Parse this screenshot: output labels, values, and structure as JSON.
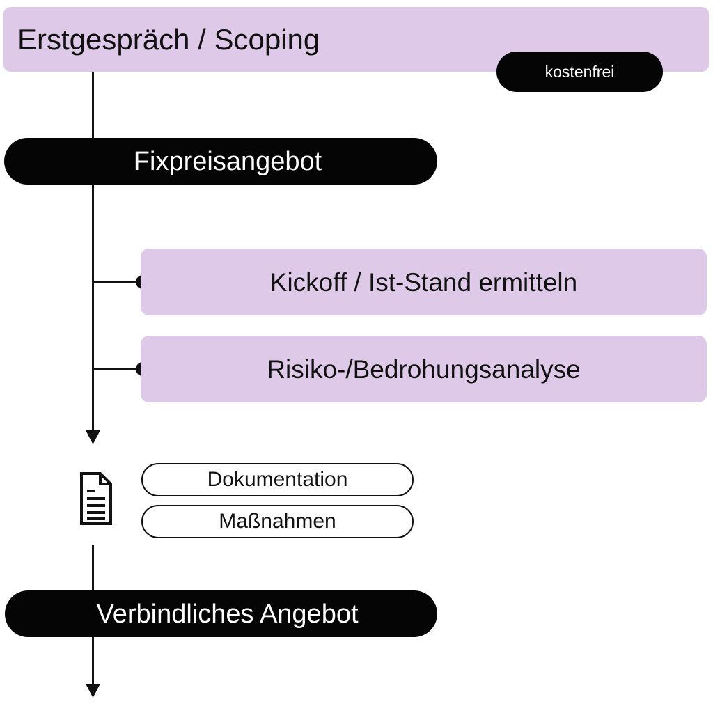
{
  "diagram": {
    "type": "flowchart",
    "title": "Erstgespräch / Scoping Prozess",
    "colors": {
      "accent_purple": "#dfc9e8",
      "node_black": "#050505",
      "text_dark": "#111111",
      "text_light": "#ffffff",
      "background": "#ffffff"
    }
  },
  "header": {
    "label": "Erstgespräch / Scoping",
    "badge": "kostenfrei"
  },
  "steps": {
    "fixpreisangebot": "Fixpreisangebot",
    "verbindliches_angebot": "Verbindliches Angebot"
  },
  "branches": [
    {
      "label": "Kickoff / Ist-Stand ermitteln"
    },
    {
      "label": "Risiko-/Bedrohungsanalyse"
    }
  ],
  "outputs": {
    "icon": "document-icon",
    "chips": [
      {
        "label": "Dokumentation"
      },
      {
        "label": "Maßnahmen"
      }
    ]
  },
  "connectors": {
    "main_flow": "vertical-line",
    "branch_marker": "filled-dot",
    "arrowhead": "down-arrow"
  }
}
